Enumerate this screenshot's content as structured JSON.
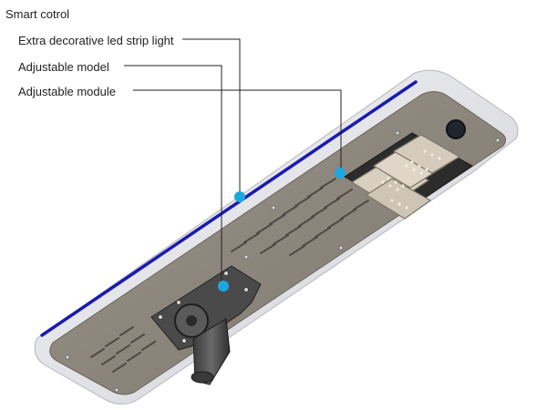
{
  "callouts": [
    {
      "id": "smart-control",
      "label": "Smart cotrol"
    },
    {
      "id": "led-strip",
      "label": "Extra decorative led strip light"
    },
    {
      "id": "adjustable-model",
      "label": "Adjustable model"
    },
    {
      "id": "adjustable-module",
      "label": "Adjustable module"
    }
  ],
  "colors": {
    "body": "#8a8478",
    "frame": "#e9e9ee",
    "led_strip": "#1b1bb0",
    "marker": "#1da7e0",
    "leader": "#222222"
  }
}
